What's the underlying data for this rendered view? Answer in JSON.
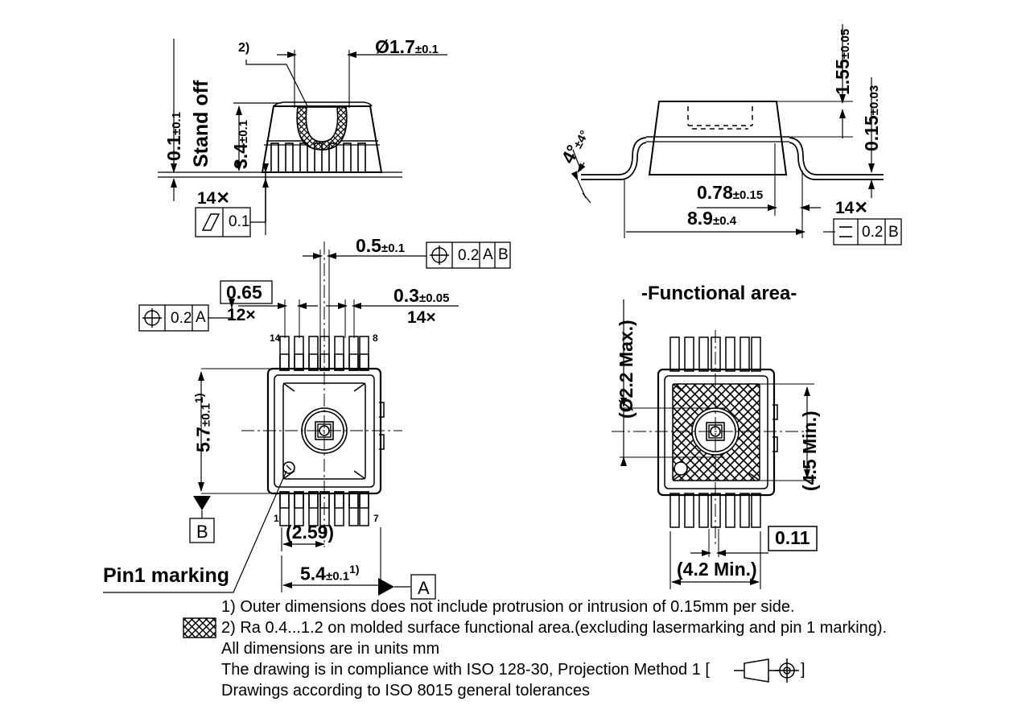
{
  "document": {
    "type": "mechanical-package-outline-drawing",
    "title": "Package outline drawing - 14 pin molded sensor package"
  },
  "views": {
    "side_view_left": {
      "name": "side-view-front",
      "standoff_label": "Stand off",
      "standoff_dim": "0.1",
      "standoff_tol": "±0.1",
      "height_dim": "3.4",
      "height_tol": "±0.1",
      "hole_dia": "Ø1.7",
      "hole_tol": "±0.1",
      "callout_note_ref": "2)",
      "gdt": {
        "count": "14✕",
        "symbol": "parallelogram",
        "value": "0.1"
      }
    },
    "side_view_right": {
      "name": "side-view-lateral",
      "total_height": "1.55",
      "total_height_tol": "±0.05",
      "lead_thickness": "0.15",
      "lead_thickness_tol": "±0.03",
      "lead_angle": "4°",
      "lead_angle_tol": "±4°",
      "foot_length": "0.78",
      "foot_length_tol": "±0.15",
      "overall_width": "8.9",
      "overall_width_tol": "±0.4",
      "gdt": {
        "count": "14✕",
        "symbol": "parallelism",
        "value": "0.2",
        "datum": "B"
      }
    },
    "bottom_view": {
      "name": "bottom-view-main",
      "lead_width": "0.5",
      "lead_width_tol": "±0.1",
      "lead_width_gdt": {
        "symbol": "position",
        "value": "0.2",
        "datum_a": "A",
        "datum_b": "B"
      },
      "pitch": "0.65",
      "pitch_count": "12×",
      "pitch_gdt": {
        "symbol": "position",
        "value": "0.2",
        "datum_a": "A"
      },
      "lead_thickness": "0.3",
      "lead_thickness_tol": "±0.05",
      "lead_thickness_count": "14×",
      "body_height": "5.7",
      "body_height_tol": "±0.1",
      "body_height_note": "1)",
      "body_width": "5.4",
      "body_width_tol": "±0.1",
      "body_width_note": "1)",
      "edge_to_center": "(2.59)",
      "datum_a": "A",
      "datum_b": "B",
      "pin_labels": {
        "top_left": "14",
        "top_right": "8",
        "bottom_left": "1",
        "bottom_right": "7"
      },
      "pin1_marking_label": "Pin1 marking"
    },
    "functional_area_view": {
      "name": "functional-area-view",
      "title": "-Functional area-",
      "dia_max": "(Ø2.2 Max.)",
      "height_min": "(4.5 Min.)",
      "width_min": "(4.2 Min.)",
      "flatness": "0.11"
    }
  },
  "notes": {
    "items": [
      {
        "id": "note-1",
        "text": "1) Outer dimensions does not include protrusion or intrusion of 0.15mm per side.",
        "has_hatch_swatch": false
      },
      {
        "id": "note-2",
        "text": "2) Ra 0.4...1.2 on molded surface functional area.(excluding lasermarking and pin 1 marking).",
        "has_hatch_swatch": true
      },
      {
        "id": "note-3",
        "text": "All dimensions are in units mm",
        "has_hatch_swatch": false
      },
      {
        "id": "note-4",
        "text": "The drawing is in compliance with ISO 128-30, Projection Method 1 [",
        "suffix": "]",
        "has_projection_symbol": true
      },
      {
        "id": "note-5",
        "text": " Drawings according to ISO 8015 general tolerances",
        "has_hatch_swatch": false
      }
    ]
  },
  "colors": {
    "line": "#000000",
    "background": "#ffffff",
    "thin_line": "#1a1a1a"
  }
}
